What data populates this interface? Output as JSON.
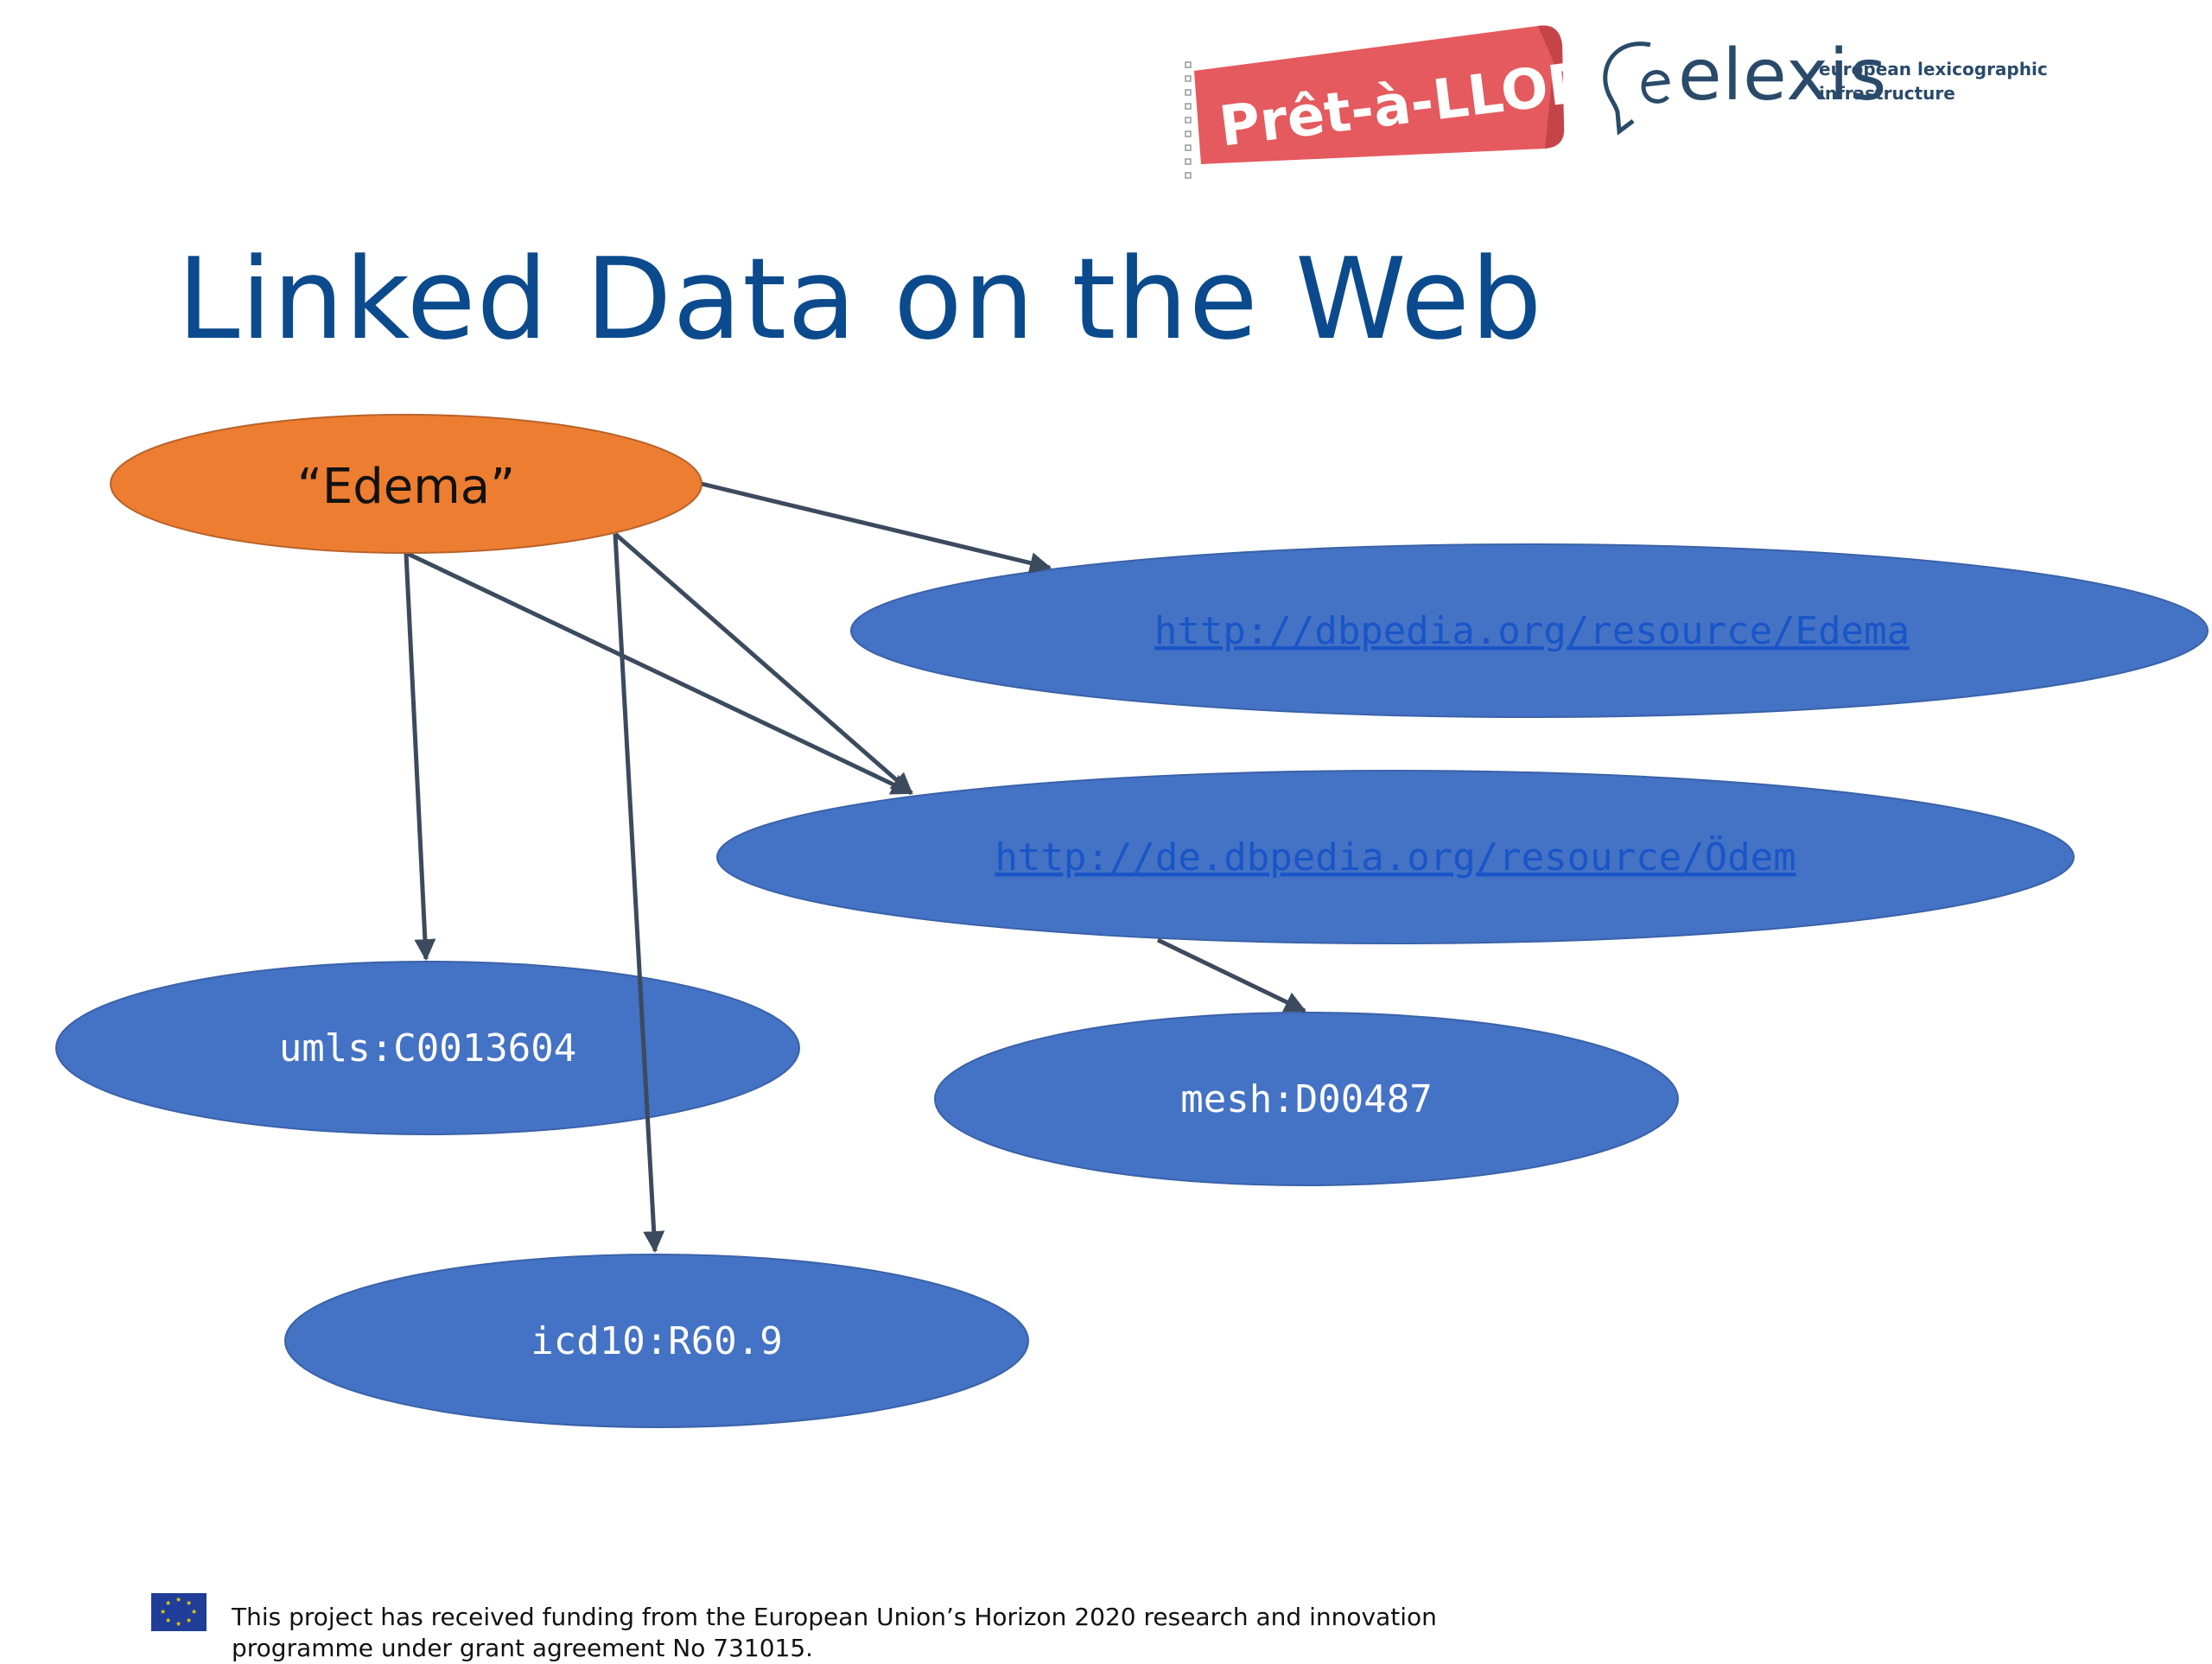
{
  "header": {
    "pret_logo_text": "Prêt-à-LLOD",
    "elexis_word": "elexis",
    "elexis_tagline_line1": "european lexicographic",
    "elexis_tagline_line2": "infrastructure"
  },
  "title": "Linked Data on the Web",
  "diagram": {
    "nodes": {
      "edema": "“Edema”",
      "dbpedia_en": "http://dbpedia.org/resource/Edema",
      "dbpedia_de": "http://de.dbpedia.org/resource/Ödem",
      "umls": "umls:C0013604",
      "mesh": "mesh:D00487",
      "icd10": "icd10:R60.9"
    },
    "edges": [
      {
        "from": "edema",
        "to": "dbpedia_en"
      },
      {
        "from": "edema",
        "to": "dbpedia_de"
      },
      {
        "from": "edema",
        "to": "umls"
      },
      {
        "from": "edema",
        "to": "icd10"
      },
      {
        "from": "dbpedia_de",
        "to": "mesh"
      }
    ],
    "colors": {
      "literal_node": "#ed7d31",
      "resource_node": "#4472c4",
      "edge": "#3c4a5e"
    }
  },
  "footer": {
    "funding_line1": "This project has received funding from the European Union’s Horizon 2020 research and innovation",
    "funding_line2": "programme under grant agreement No 731015."
  }
}
